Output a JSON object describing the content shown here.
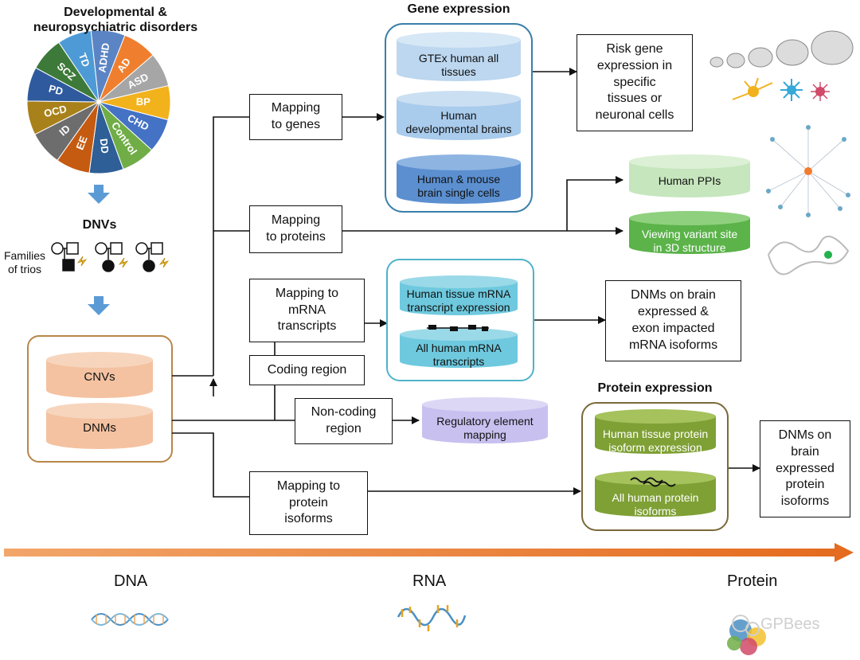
{
  "disorders": {
    "title": "Developmental &\nneuropsychiatric disorders",
    "slices": [
      {
        "label": "TD",
        "color": "#4d9ad6"
      },
      {
        "label": "ADHD",
        "color": "#5b84c4"
      },
      {
        "label": "AD",
        "color": "#ef7f2e"
      },
      {
        "label": "ASD",
        "color": "#a6a6a6"
      },
      {
        "label": "BP",
        "color": "#f2b21c"
      },
      {
        "label": "CHD",
        "color": "#4472c4"
      },
      {
        "label": "Control",
        "color": "#70ad47"
      },
      {
        "label": "DD",
        "color": "#2e5f96"
      },
      {
        "label": "EE",
        "color": "#c55a11"
      },
      {
        "label": "ID",
        "color": "#6d6d6d"
      },
      {
        "label": "OCD",
        "color": "#a8811a"
      },
      {
        "label": "PD",
        "color": "#2f5a9e"
      },
      {
        "label": "SCZ",
        "color": "#3d7a3a"
      }
    ]
  },
  "dnvs": {
    "title": "DNVs",
    "families_label": "Families\nof trios"
  },
  "input_db": {
    "cnvs": "CNVs",
    "dnms": "DNMs"
  },
  "gene_expression": {
    "title": "Gene expression",
    "db1": "GTEx human all\ntissues",
    "db2": "Human\ndevelopmental brains",
    "db3": "Human & mouse\nbrain single cells"
  },
  "boxes": {
    "mapping_genes": "Mapping\nto genes",
    "mapping_proteins": "Mapping\nto proteins",
    "mapping_mrna": "Mapping to\nmRNA\ntranscripts",
    "coding_region": "Coding region",
    "noncoding_region": "Non-coding\nregion",
    "mapping_isoforms": "Mapping to\nprotein\nisoforms",
    "risk_gene": "Risk gene\nexpression in\nspecific\ntissues or\nneuronal cells",
    "dnms_brain": "DNMs on brain\nexpressed &\nexon impacted\nmRNA isoforms",
    "dnms_protein": "DNMs on\nbrain\nexpressed\nprotein\nisoforms"
  },
  "protein_dbs": {
    "ppis": "Human PPIs",
    "structure": "Viewing variant site\nin 3D structure"
  },
  "mrna_dbs": {
    "db1": "Human tissue mRNA\ntranscript expression",
    "db2": "All human mRNA\ntranscripts"
  },
  "regulatory": "Regulatory element\nmapping",
  "protein_expression": {
    "title": "Protein expression",
    "db1": "Human tissue protein\nisoform expression",
    "db2": "All human protein\nisoforms"
  },
  "axis": {
    "dna": "DNA",
    "rna": "RNA",
    "protein": "Protein"
  },
  "watermark": "GPBees",
  "colors": {
    "arrow_orange": "#e8772e",
    "gene_frame": "#3a7fa8",
    "mrna_frame": "#4fb3c8",
    "input_frame": "#b8864a",
    "protein_frame": "#7a6a3a"
  }
}
